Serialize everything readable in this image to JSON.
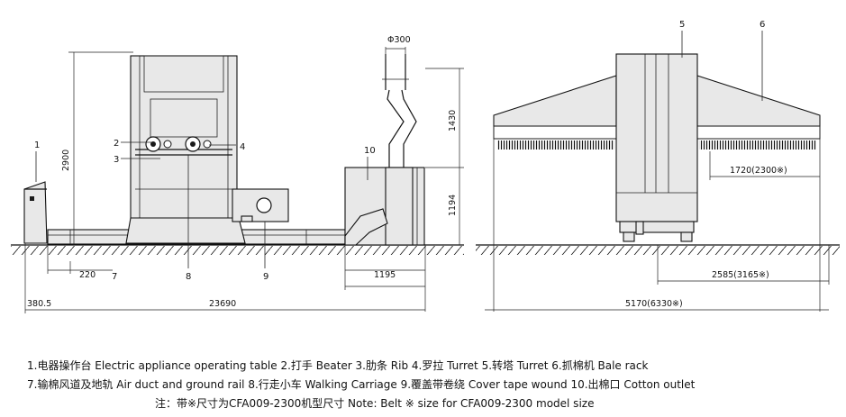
{
  "drawing": {
    "dims": {
      "d2900": "2900",
      "d1430": "1430",
      "d1194": "1194",
      "d300": "Φ300",
      "d220": "220",
      "d380": "380.5",
      "d23690": "23690",
      "d1195": "1195",
      "d1720": "1720(2300※)",
      "d2585": "2585(3165※)",
      "d5170": "5170(6330※)"
    },
    "labels": [
      "1",
      "2",
      "3",
      "4",
      "5",
      "6",
      "7",
      "8",
      "9",
      "10"
    ]
  },
  "legend": {
    "line1": "1.电器操作台 Electric appliance operating table   2.打手 Beater   3.肋条  Rib  4.罗拉 Turret  5.转塔 Turret  6.抓棉机 Bale rack",
    "line2": "7.输棉风道及地轨 Air duct and ground rail  8.行走小车 Walking Carriage   9.覆盖带卷绕 Cover tape wound  10.出棉口 Cotton outlet",
    "note": "注：带※尺寸为CFA009-2300机型尺寸  Note: Belt ※ size for CFA009-2300 model size"
  }
}
